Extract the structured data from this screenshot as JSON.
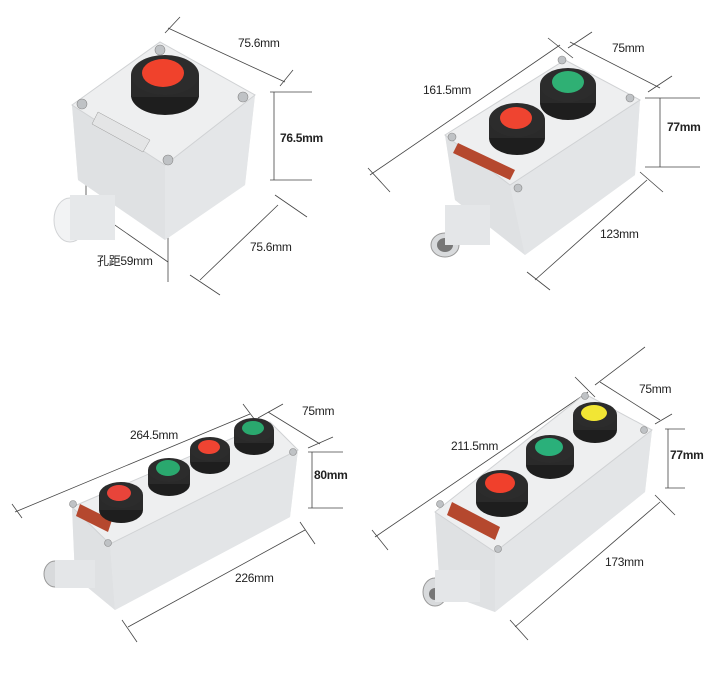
{
  "panels": [
    {
      "name": "single-button-box",
      "buttons": [
        {
          "color": "#f0422c"
        }
      ],
      "dimensions": {
        "top_width": "75.6mm",
        "height": "76.5mm",
        "depth": "75.6mm",
        "hole_spacing": "孔距59mm"
      }
    },
    {
      "name": "two-button-box",
      "buttons": [
        {
          "color": "#ef4430"
        },
        {
          "color": "#2fb074"
        }
      ],
      "dimensions": {
        "length": "161.5mm",
        "width": "75mm",
        "height": "77mm",
        "base_length": "123mm"
      }
    },
    {
      "name": "four-button-box",
      "buttons": [
        {
          "color": "#e8443a"
        },
        {
          "color": "#2aa86e"
        },
        {
          "color": "#ef4432"
        },
        {
          "color": "#2aa86e"
        }
      ],
      "dimensions": {
        "length": "264.5mm",
        "width": "75mm",
        "height": "80mm",
        "base_length": "226mm"
      }
    },
    {
      "name": "three-button-box",
      "buttons": [
        {
          "color": "#f0402c"
        },
        {
          "color": "#2ab07a"
        },
        {
          "color": "#f2e634"
        }
      ],
      "dimensions": {
        "length": "211.5mm",
        "width": "75mm",
        "height": "77mm",
        "base_length": "173mm"
      }
    }
  ],
  "colors": {
    "body": "#ecedee",
    "body_shadow": "#d6d8da",
    "button_ring": "#2a2a2a",
    "line": "#444444",
    "nameplate": "#b5482e"
  }
}
